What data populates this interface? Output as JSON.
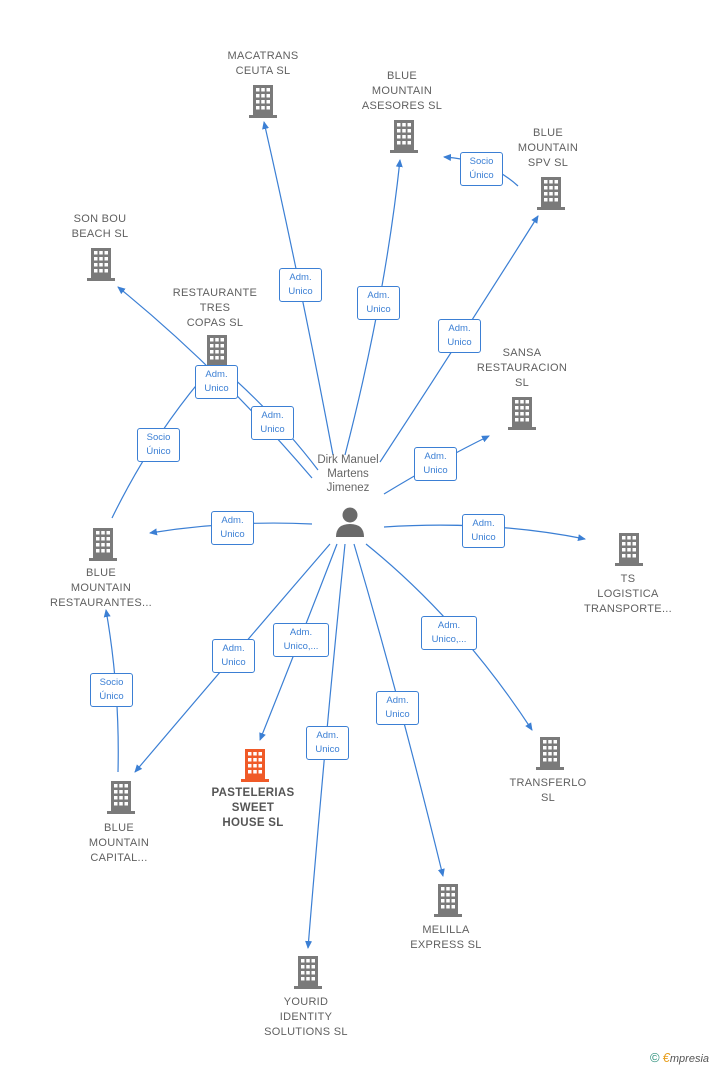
{
  "colors": {
    "edge": "#3b7fd4",
    "building": "#7a7a7a",
    "building_main": "#f05a28",
    "person": "#6a6a6a"
  },
  "person": {
    "name": "Dirk Manuel\nMartens\nJimenez",
    "icon": "person-icon"
  },
  "nodes": [
    {
      "id": "macatrans",
      "label": "MACATRANS\nCEUTA  SL",
      "main": false
    },
    {
      "id": "bm_asesores",
      "label": "BLUE\nMOUNTAIN\nASESORES  SL",
      "main": false
    },
    {
      "id": "bm_spv",
      "label": "BLUE\nMOUNTAIN\nSPV  SL",
      "main": false
    },
    {
      "id": "son_bou",
      "label": "SON BOU\nBEACH  SL",
      "main": false
    },
    {
      "id": "tres_copas",
      "label": "RESTAURANTE\nTRES\nCOPAS  SL",
      "main": false
    },
    {
      "id": "sansa",
      "label": "SANSA\nRESTAURACION\nSL",
      "main": false
    },
    {
      "id": "bm_restaurantes",
      "label": "BLUE\nMOUNTAIN\nRESTAURANTES...",
      "main": false
    },
    {
      "id": "ts_logistica",
      "label": "TS\nLOGISTICA\nTRANSPORTE...",
      "main": false
    },
    {
      "id": "pastelerias",
      "label": "PASTELERIAS\nSWEET\nHOUSE  SL",
      "main": true
    },
    {
      "id": "transferlo",
      "label": "TRANSFERLO\nSL",
      "main": false
    },
    {
      "id": "bm_capital",
      "label": "BLUE\nMOUNTAIN\nCAPITAL...",
      "main": false
    },
    {
      "id": "melilla",
      "label": "MELILLA\nEXPRESS SL",
      "main": false
    },
    {
      "id": "yourid",
      "label": "YOURID\nIDENTITY\nSOLUTIONS  SL",
      "main": false
    }
  ],
  "edges": [
    {
      "label": "Adm.\nUnico"
    },
    {
      "label": "Adm.\nUnico"
    },
    {
      "label": "Socio\nÚnico"
    },
    {
      "label": "Adm.\nUnico"
    },
    {
      "label": "Adm.\nUnico"
    },
    {
      "label": "Adm.\nUnico"
    },
    {
      "label": "Socio\nÚnico"
    },
    {
      "label": "Adm.\nUnico"
    },
    {
      "label": "Adm.\nUnico"
    },
    {
      "label": "Adm.\nUnico"
    },
    {
      "label": "Adm.\nUnico,..."
    },
    {
      "label": "Adm.\nUnico,..."
    },
    {
      "label": "Adm.\nUnico"
    },
    {
      "label": "Adm.\nUnico"
    },
    {
      "label": "Adm.\nUnico"
    },
    {
      "label": "Socio\nÚnico"
    }
  ],
  "brand": {
    "copyright": "©",
    "e": "€",
    "rest": "mpresia"
  }
}
